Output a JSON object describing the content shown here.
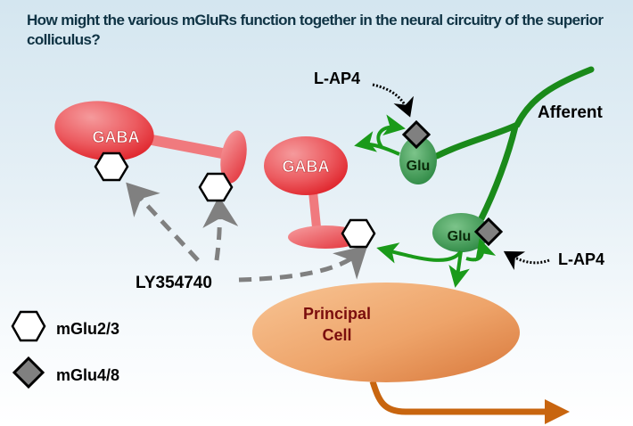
{
  "title": "How might the various mGluRs function together in the neural circuitry of the superior colliculus?",
  "nodes": {
    "gaba_left": "GABA",
    "gaba_center": "GABA",
    "glu_top": "Glu",
    "glu_bottom": "Glu",
    "principal_line1": "Principal",
    "principal_line2": "Cell"
  },
  "labels": {
    "afferent": "Afferent",
    "lap4_top": "L-AP4",
    "lap4_right": "L-AP4",
    "ly354740": "LY354740"
  },
  "legend": [
    {
      "icon": "hexagon-icon",
      "label": "mGlu2/3"
    },
    {
      "icon": "diamond-icon",
      "label": "mGlu4/8"
    }
  ],
  "colors": {
    "title": "#0f3344",
    "gaba": "#e8474d",
    "glu": "#3f9a55",
    "afferent": "#1a8a1a",
    "principal": "#e59a5a",
    "principal_text": "#7a0d0d",
    "output_axon": "#c8650f",
    "drug_arrow_gray": "#808080",
    "diamond_fill": "#808080"
  }
}
